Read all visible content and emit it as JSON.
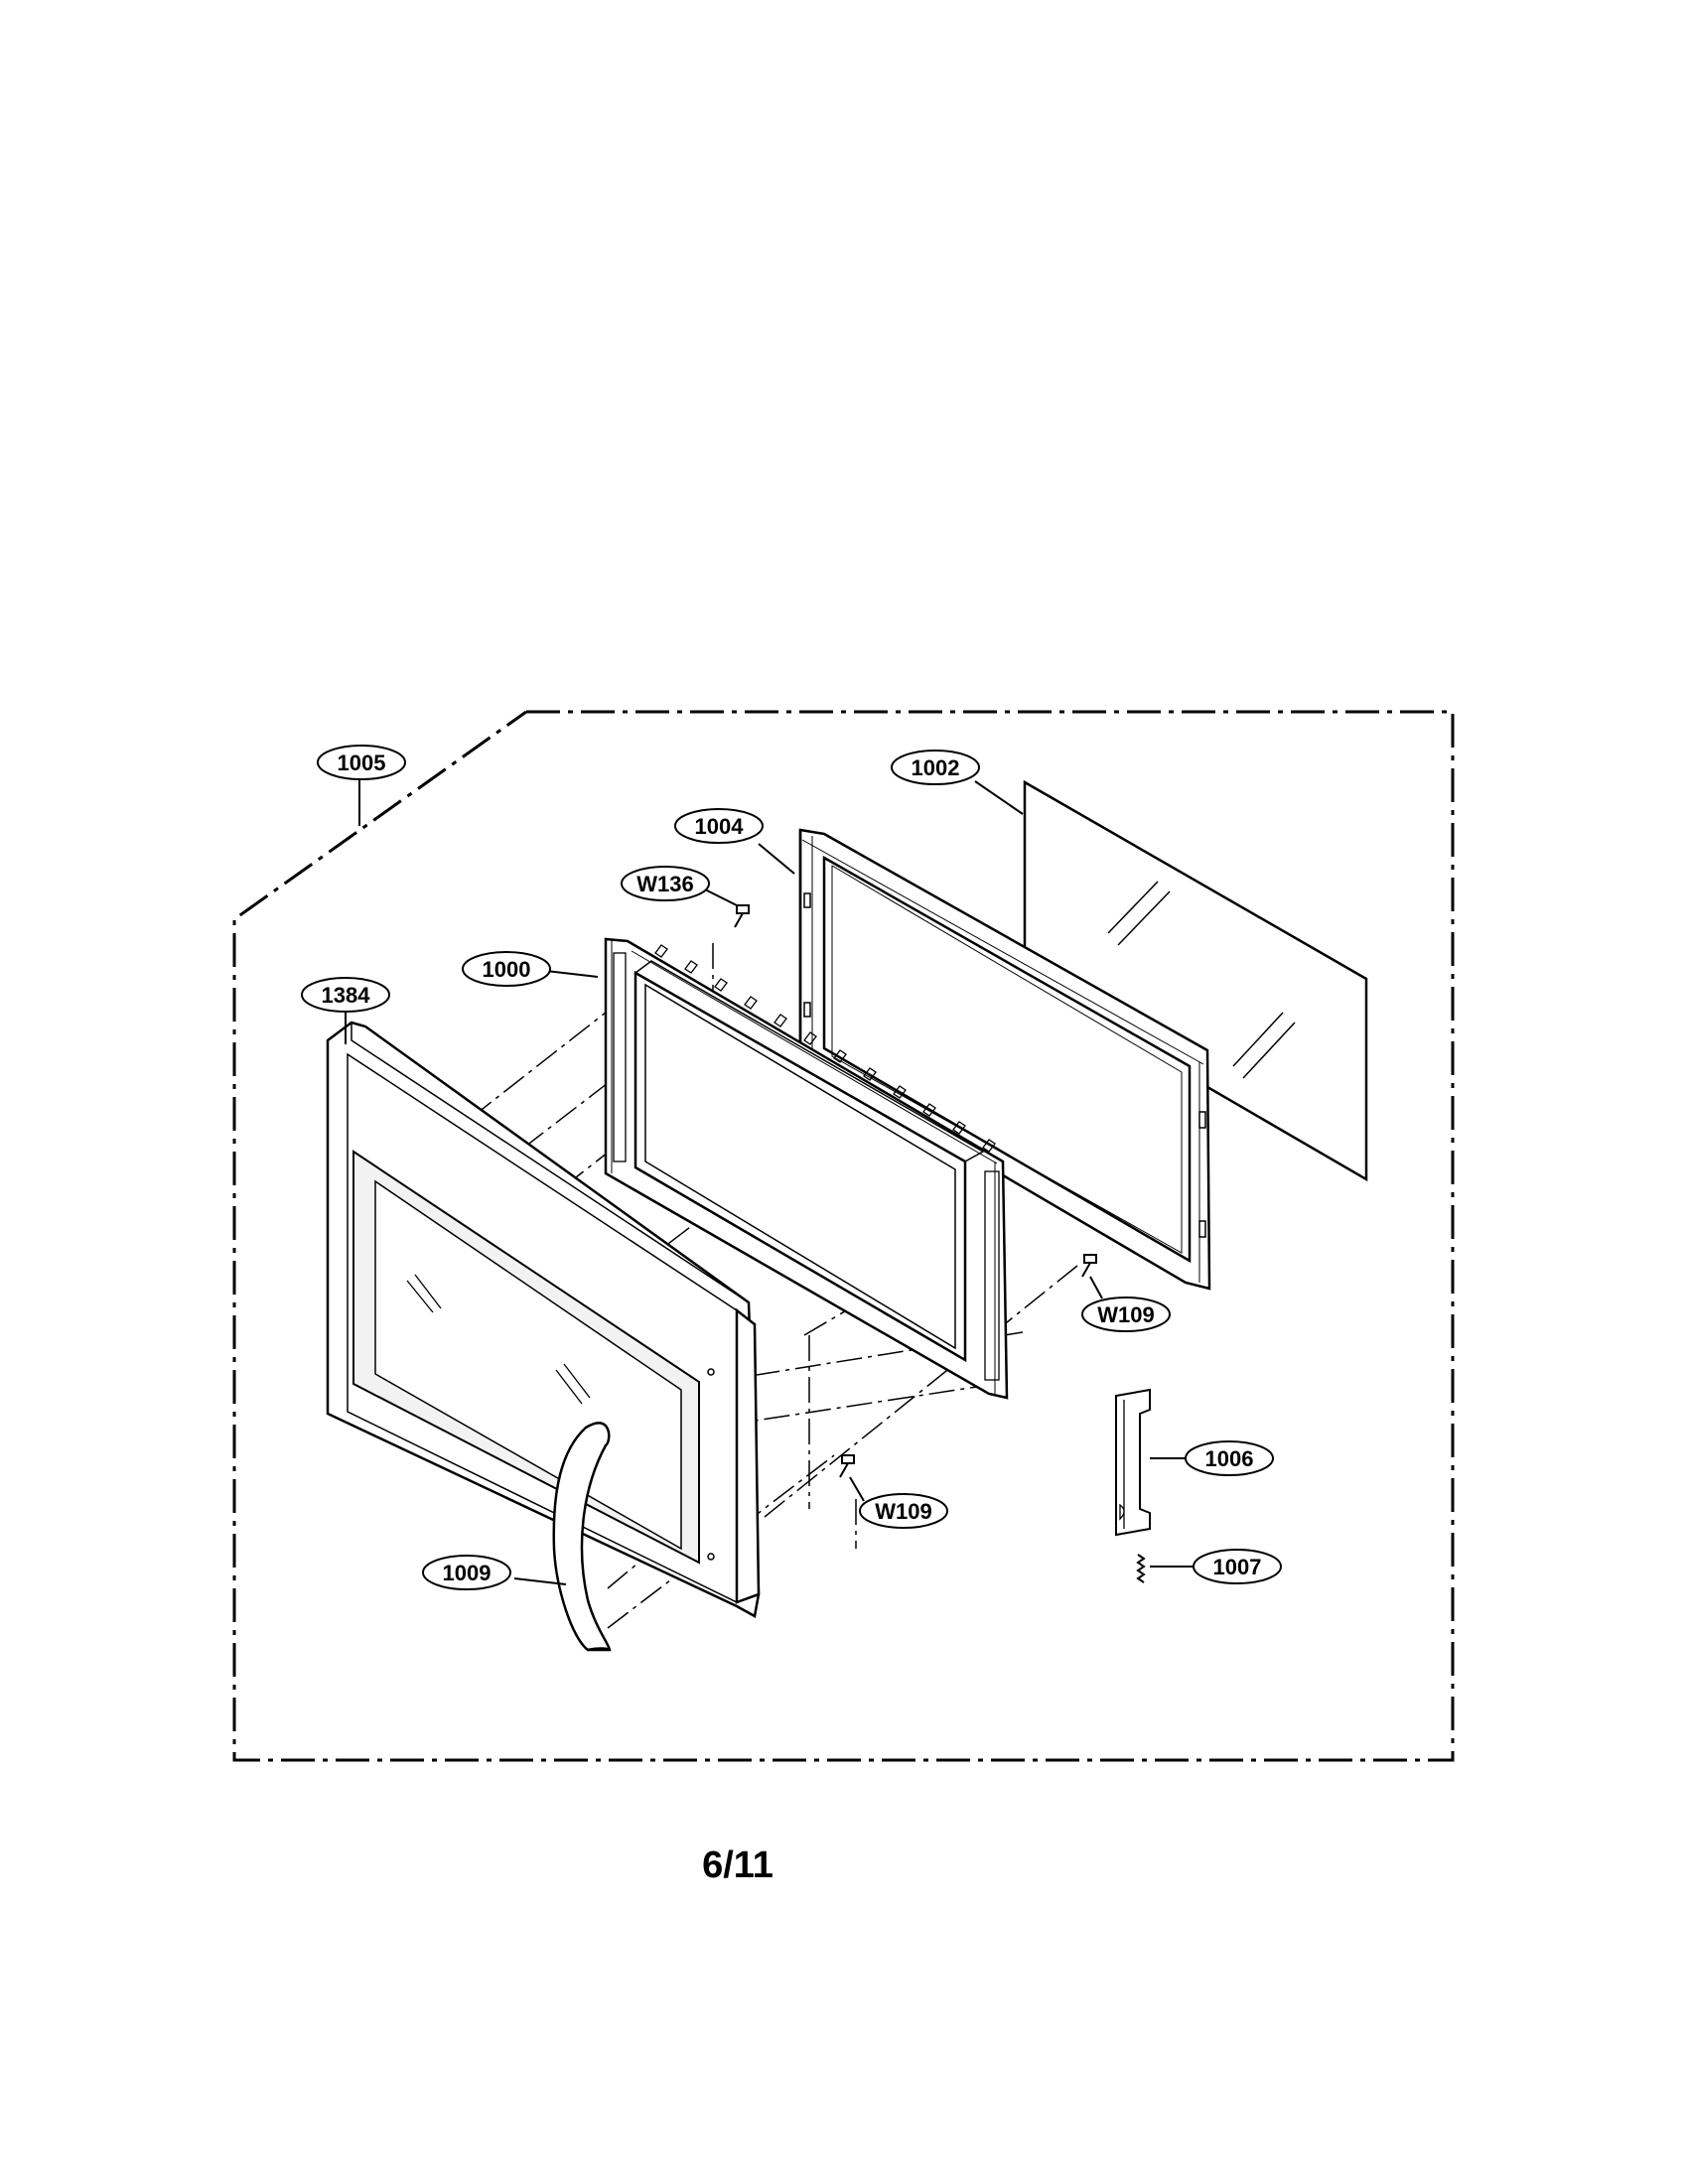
{
  "parts": {
    "p1005": "1005",
    "p1002": "1002",
    "p1004": "1004",
    "pW136": "W136",
    "p1000": "1000",
    "p1384": "1384",
    "pW109a": "W109",
    "p1006": "1006",
    "pW109b": "W109",
    "p1007": "1007",
    "p1009": "1009"
  },
  "page_number": "6/11"
}
